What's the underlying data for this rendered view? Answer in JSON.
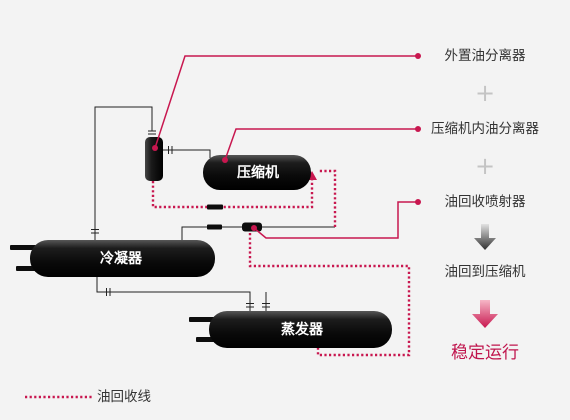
{
  "colors": {
    "background": "#f3f3f3",
    "accent": "#c8174f",
    "result_text": "#c0154d",
    "label_text": "#333333",
    "plus_sign": "#c4c4c4"
  },
  "components": {
    "compressor": "压缩机",
    "condenser": "冷凝器",
    "evaporator": "蒸发器"
  },
  "flow": {
    "external_separator": "外置油分离器",
    "plus_1": "+",
    "internal_separator": "压缩机内油分离器",
    "plus_2": "+",
    "ejector": "油回收喷射器",
    "arrow_1_icon": "down-arrow-gray-icon",
    "oil_return": "油回到压缩机",
    "arrow_2_icon": "down-arrow-red-icon",
    "result": "稳定运行"
  },
  "legend": {
    "swatch_icon": "dotted-line-icon",
    "label": "油回收线"
  }
}
